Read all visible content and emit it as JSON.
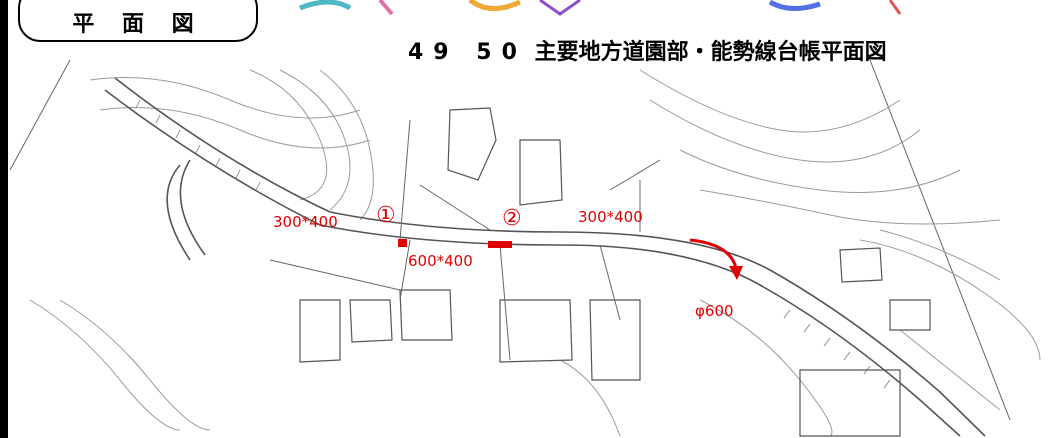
{
  "labels": {
    "plan_view": "平 面 図",
    "title_number": "49 50",
    "title_text": "主要地方道園部・能勢線台帳平面図"
  },
  "markers": [
    {
      "symbol": "①"
    },
    {
      "symbol": "②"
    }
  ],
  "pipes": [
    {
      "size": "300*400"
    },
    {
      "size": "600*400"
    },
    {
      "size": "300*400"
    },
    {
      "size": "φ600"
    }
  ],
  "colors": {
    "annotation": "#e00000",
    "drawing_line": "#555555",
    "background": "#ffffff"
  },
  "icons": [
    "flow-arrow-icon"
  ]
}
